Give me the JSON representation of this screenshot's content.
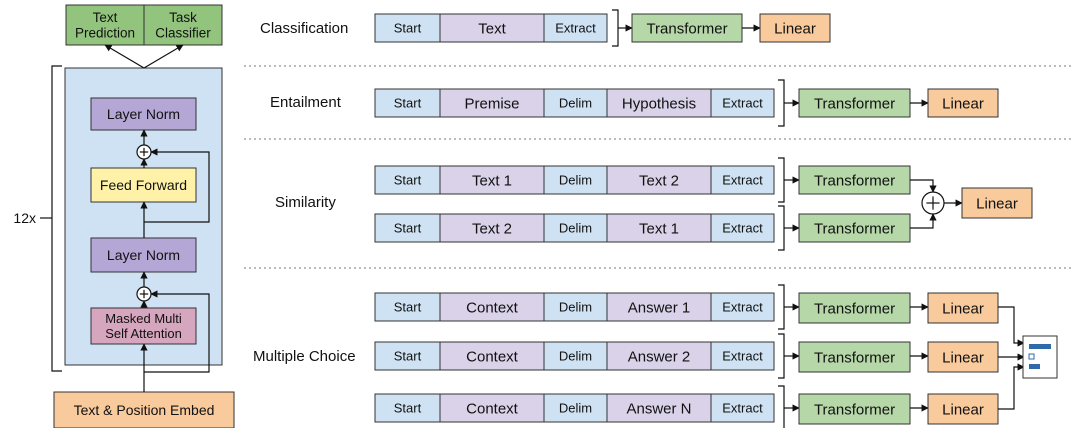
{
  "colors": {
    "start": "#cfe2f3",
    "text": "#d9d2e9",
    "transformer": "#b6d7a8",
    "linear": "#f9cb9c",
    "layer_norm": "#b4a7d6",
    "feed_forward": "#fff2a8",
    "attention": "#d5a6bd",
    "stack_bg": "#cfe2f3",
    "heads": "#93c47d",
    "embed": "#f9cb9c",
    "stroke": "#333333",
    "bar": "#2e6ba8"
  },
  "architecture": {
    "text_prediction": "Text\nPrediction",
    "task_classifier": "Task\nClassifier",
    "layer_norm_top": "Layer Norm",
    "feed_forward": "Feed Forward",
    "layer_norm_bottom": "Layer Norm",
    "attention": "Masked Multi\nSelf Attention",
    "repeat": "12x",
    "embed": "Text & Position Embed",
    "add_symbol": "+"
  },
  "tasks": {
    "classification": {
      "title": "Classification",
      "tokens": [
        "Start",
        "Text",
        "Extract"
      ],
      "transformer": "Transformer",
      "linear": "Linear"
    },
    "entailment": {
      "title": "Entailment",
      "tokens": [
        "Start",
        "Premise",
        "Delim",
        "Hypothesis",
        "Extract"
      ],
      "transformer": "Transformer",
      "linear": "Linear"
    },
    "similarity": {
      "title": "Similarity",
      "rows": [
        [
          "Start",
          "Text 1",
          "Delim",
          "Text 2",
          "Extract"
        ],
        [
          "Start",
          "Text 2",
          "Delim",
          "Text 1",
          "Extract"
        ]
      ],
      "transformer": "Transformer",
      "linear": "Linear",
      "combine": "+"
    },
    "multiple_choice": {
      "title": "Multiple Choice",
      "rows": [
        [
          "Start",
          "Context",
          "Delim",
          "Answer 1",
          "Extract"
        ],
        [
          "Start",
          "Context",
          "Delim",
          "Answer 2",
          "Extract"
        ],
        [
          "Start",
          "Context",
          "Delim",
          "Answer N",
          "Extract"
        ]
      ],
      "transformer": "Transformer",
      "linear": "Linear",
      "softmax_icon": "bar-chart-icon"
    }
  }
}
